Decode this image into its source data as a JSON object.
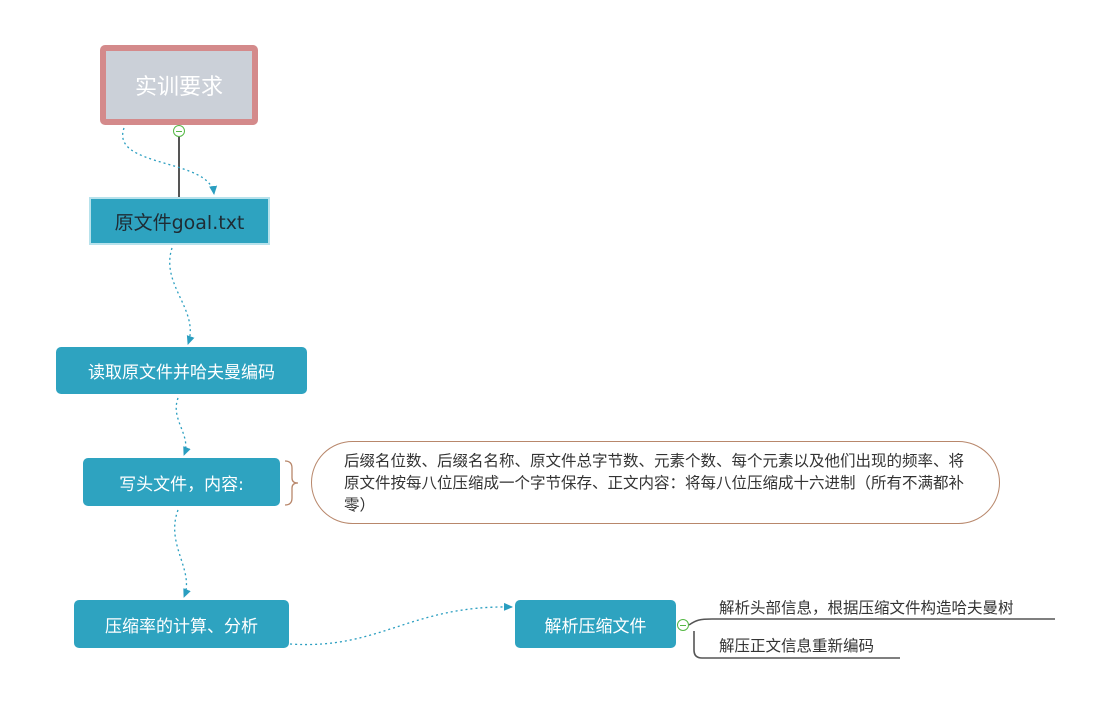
{
  "nodes": {
    "root": "实训要求",
    "goal_file": "原文件goal.txt",
    "read_encode": "读取原文件并哈夫曼编码",
    "write_header": "写头文件，内容:",
    "header_details": "后缀名位数、后缀名名称、原文件总字节数、元素个数、每个元素以及他们出现的频率、将原文件按每八位压缩成一个字节保存、正文内容：将每八位压缩成十六进制（所有不满都补零）",
    "compression_ratio": "压缩率的计算、分析",
    "decompress": "解析压缩文件"
  },
  "decompress_children": [
    "解析头部信息，根据压缩文件构造哈夫曼树",
    "解压正文信息重新编码"
  ],
  "colors": {
    "topic": "#2ea3c0",
    "root_fill": "#cbd0d8",
    "root_border": "#d48a8b",
    "connector": "#2a9ec0",
    "brace": "#b8876b"
  },
  "icons": [
    "collapse-icon",
    "arrow-icon",
    "brace-icon"
  ]
}
